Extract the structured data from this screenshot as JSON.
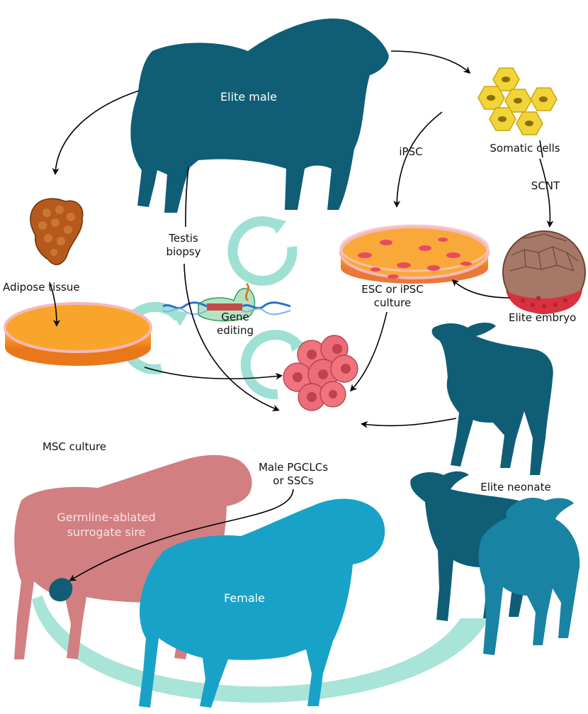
{
  "labels": {
    "elite_male": "Elite male",
    "somatic_cells": "Somatic cells",
    "ipsc": "iPSC",
    "scnt": "SCNT",
    "elite_embryo": "Elite embryo",
    "esc_culture_line1": "ESC or iPSC",
    "esc_culture_line2": "culture",
    "testis_line1": "Testis",
    "testis_line2": "biopsy",
    "adipose": "Adipose tissue",
    "gene_line1": "Gene",
    "gene_line2": "editing",
    "msc": "MSC culture",
    "male_line1": "Male PGCLCs",
    "male_line2": "or SSCs",
    "elite_neonate": "Elite neonate",
    "surrogate_line1": "Germline-ablated",
    "surrogate_line2": "surrogate sire",
    "female": "Female"
  },
  "colors": {
    "dark_teal": "#0f5e75",
    "bright_teal": "#19a2c7",
    "mid_teal": "#1883a2",
    "pink_sheep": "#d27f82",
    "mint": "#a8e4d8",
    "orange_dish": "#f59a2b",
    "cell_pink": "#ea6f78",
    "somatic_yellow": "#f2d33a"
  }
}
